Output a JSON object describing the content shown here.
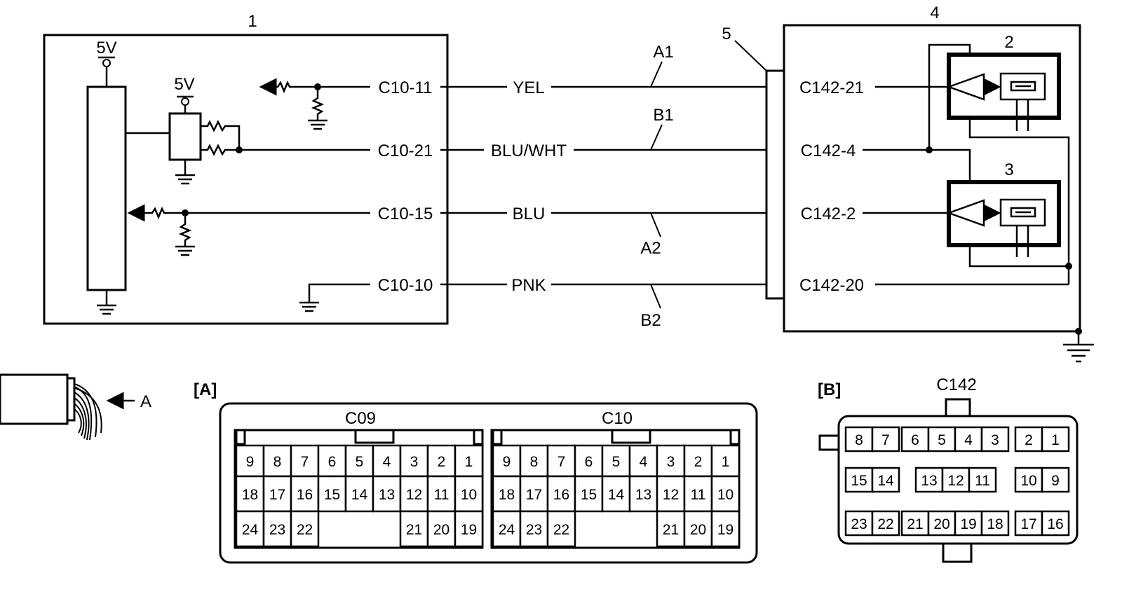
{
  "callouts": {
    "ecm": "1",
    "sensor_upper": "2",
    "sensor_lower": "3",
    "module": "4",
    "connector": "5"
  },
  "supply": {
    "v1": "5V",
    "v2": "5V"
  },
  "ecm_pins": [
    "C10-11",
    "C10-21",
    "C10-15",
    "C10-10"
  ],
  "wire_colors": [
    "YEL",
    "BLU/WHT",
    "BLU",
    "PNK"
  ],
  "wire_marks": [
    "A1",
    "B1",
    "A2",
    "B2"
  ],
  "module_pins": [
    "C142-21",
    "C142-4",
    "C142-2",
    "C142-20"
  ],
  "view_arrow_label": "A",
  "connector_a": {
    "title": "[A]",
    "left_name": "C09",
    "right_name": "C10",
    "row1": [
      "9",
      "8",
      "7",
      "6",
      "5",
      "4",
      "3",
      "2",
      "1"
    ],
    "row2": [
      "18",
      "17",
      "16",
      "15",
      "14",
      "13",
      "12",
      "11",
      "10"
    ],
    "row3_left": [
      "24",
      "23",
      "22"
    ],
    "row3_right": [
      "21",
      "20",
      "19"
    ]
  },
  "connector_b": {
    "title": "[B]",
    "name": "C142",
    "row1": [
      [
        "8",
        "7"
      ],
      [
        "6",
        "5",
        "4",
        "3"
      ],
      [
        "2",
        "1"
      ]
    ],
    "row2": [
      [
        "15",
        "14"
      ],
      [
        "13",
        "12",
        "11"
      ],
      [
        "10",
        "9"
      ]
    ],
    "row3": [
      [
        "23",
        "22"
      ],
      [
        "21",
        "20",
        "19",
        "18"
      ],
      [
        "17",
        "16"
      ]
    ]
  }
}
